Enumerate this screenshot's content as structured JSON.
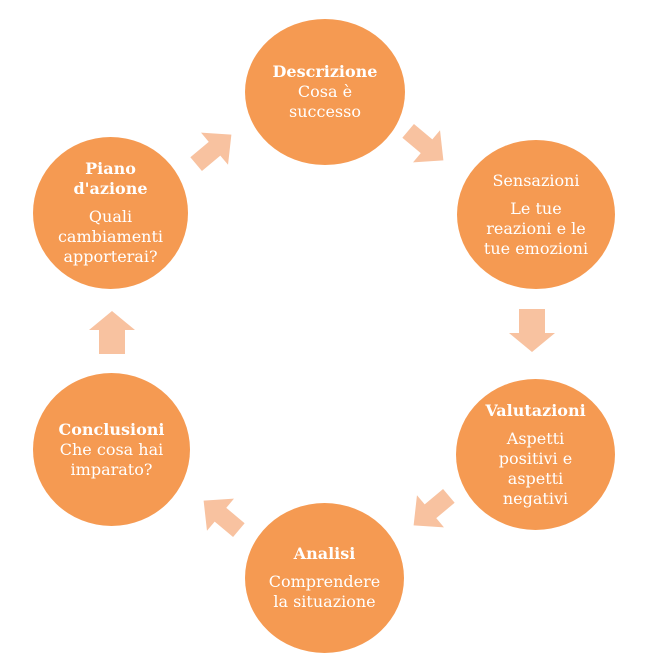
{
  "diagram": {
    "node_color": "#F59A52",
    "arrow_color": "#F8C2A0",
    "text_color": "#FFFFFF",
    "nodes": [
      {
        "title": "Descrizione",
        "desc": "Cosa è\nsuccesso"
      },
      {
        "title": "Sensazioni",
        "desc": "Le tue\nreazioni e le\ntue emozioni"
      },
      {
        "title": "Valutazioni",
        "desc": "Aspetti\npositivi e\naspetti\nnegativi"
      },
      {
        "title": "Analisi",
        "desc": "Comprendere\nla situazione"
      },
      {
        "title": "Conclusioni",
        "desc": "Che cosa hai\nimparato?"
      },
      {
        "title": "Piano\nd'azione",
        "desc": "Quali\ncambiamenti\napporterai?"
      }
    ],
    "flow": "clockwise"
  }
}
